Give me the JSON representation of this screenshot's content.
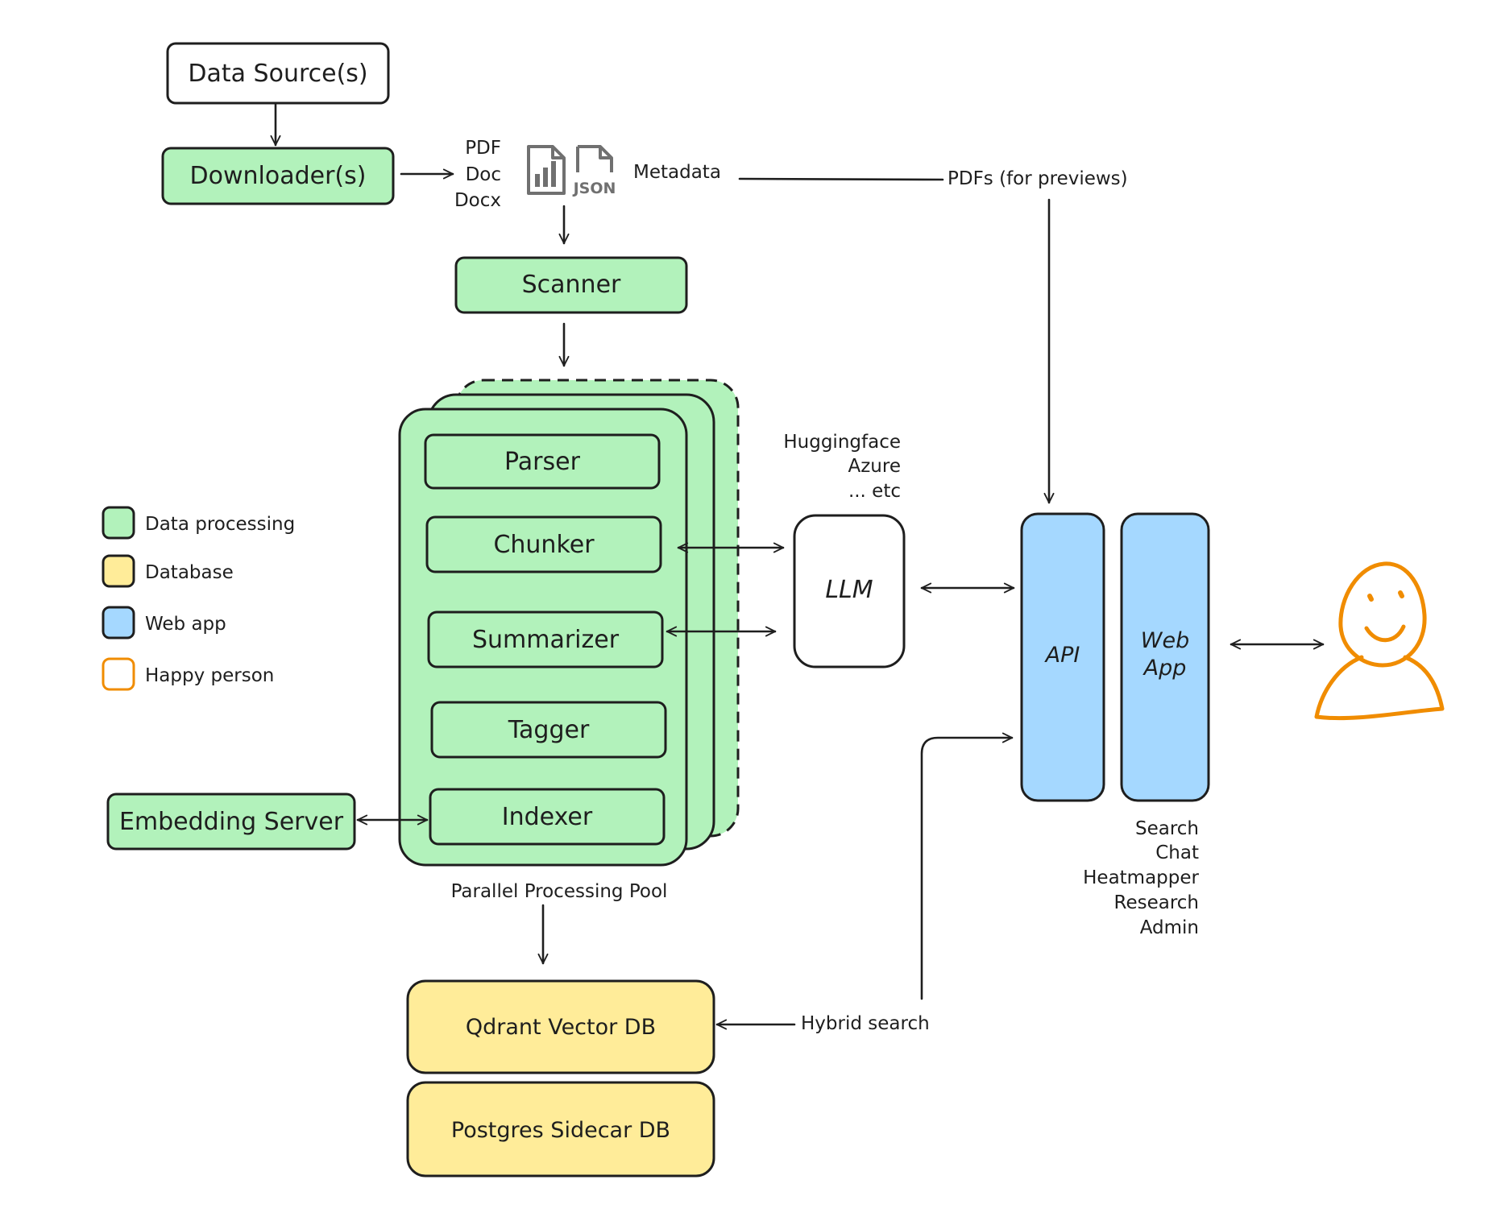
{
  "nodes": {
    "data_sources": "Data Source(s)",
    "downloaders": "Downloader(s)",
    "scanner": "Scanner",
    "parser": "Parser",
    "chunker": "Chunker",
    "summarizer": "Summarizer",
    "tagger": "Tagger",
    "indexer": "Indexer",
    "embedding_server": "Embedding Server",
    "llm": "LLM",
    "api": "API",
    "web_app_line1": "Web",
    "web_app_line2": "App",
    "qdrant": "Qdrant Vector DB",
    "postgres": "Postgres Sidecar DB"
  },
  "annotations": {
    "file_types": [
      "PDF",
      "Doc",
      "Docx"
    ],
    "json_icon_label": "JSON",
    "metadata": "Metadata",
    "pdfs_for_previews": "PDFs (for previews)",
    "llm_providers": [
      "Huggingface",
      "Azure",
      "... etc"
    ],
    "pool_label": "Parallel Processing Pool",
    "hybrid_search": "Hybrid search",
    "web_app_features": [
      "Search",
      "Chat",
      "Heatmapper",
      "Research",
      "Admin"
    ]
  },
  "legend": [
    {
      "label": "Data processing",
      "color": "#b2f2bb",
      "stroke": "#1e1e1e"
    },
    {
      "label": "Database",
      "color": "#ffec99",
      "stroke": "#1e1e1e"
    },
    {
      "label": "Web app",
      "color": "#a5d8ff",
      "stroke": "#1e1e1e"
    },
    {
      "label": "Happy person",
      "color": "#ffffff",
      "stroke": "#f08c00"
    }
  ],
  "colors": {
    "data_processing": "#b2f2bb",
    "database": "#ffec99",
    "web_app": "#a5d8ff",
    "person": "#f08c00",
    "stroke": "#1e1e1e"
  },
  "icons": [
    "chart-document-icon",
    "json-document-icon",
    "happy-person-icon"
  ]
}
